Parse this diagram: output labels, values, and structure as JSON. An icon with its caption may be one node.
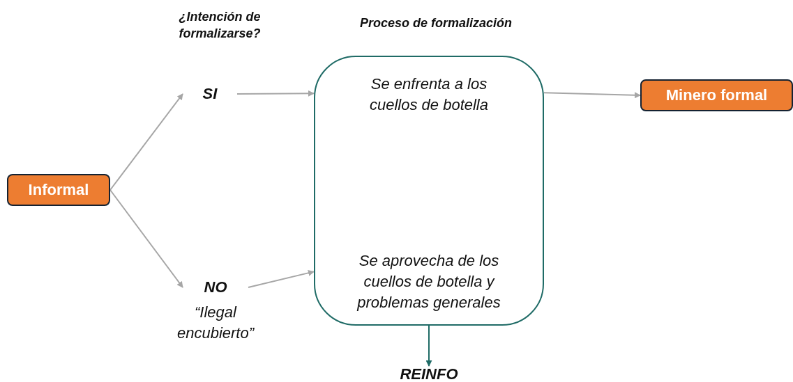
{
  "diagram": {
    "nodes": [
      {
        "text": [
          "Informal"
        ]
      },
      {
        "text": [
          "SI"
        ]
      },
      {
        "text": [
          "NO"
        ],
        "beside": [
          "“Ilegal encubierto”"
        ]
      },
      {
        "text": [
          "Se enfrenta a los cuellos de botella",
          "Se aprovecha de los cuellos de botella y problemas generales"
        ]
      },
      {
        "text": [
          "Minero formal"
        ]
      },
      {
        "text": [
          "REINFO"
        ]
      }
    ],
    "edges": [
      {
        "from": 0,
        "to": 1,
        "arrow": "to"
      },
      {
        "from": 0,
        "to": 2,
        "arrow": "to"
      },
      {
        "from": 1,
        "to": 3,
        "arrow": "to"
      },
      {
        "from": 2,
        "to": 3,
        "arrow": "to"
      },
      {
        "from": 3,
        "to": 4,
        "arrow": "to"
      },
      {
        "from": 3,
        "to": 5,
        "arrow": "to",
        "color": "#1f6b66"
      }
    ],
    "labels": [
      "¿Intención de formalizarse?",
      "Proceso de formalización"
    ]
  }
}
